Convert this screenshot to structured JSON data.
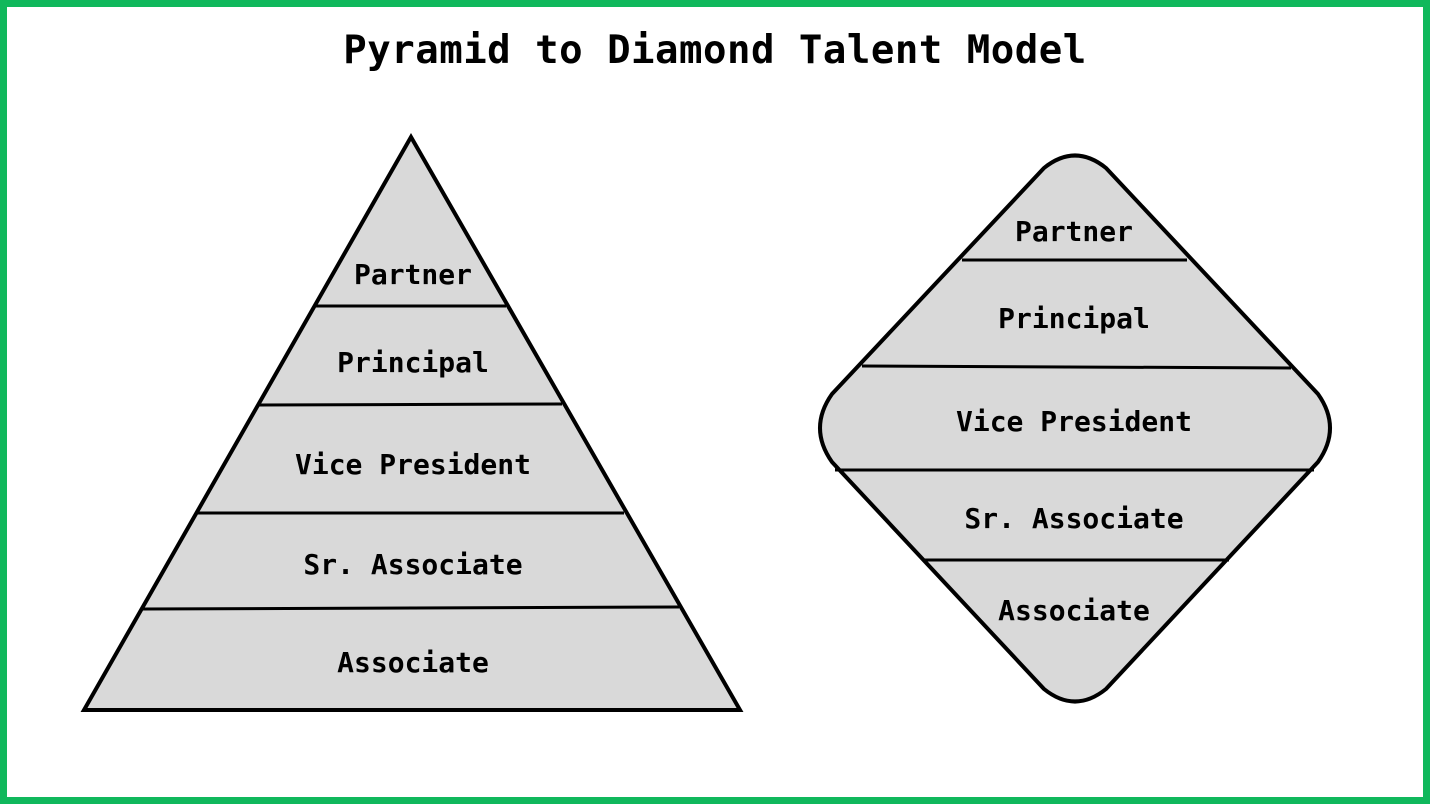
{
  "title": "Pyramid to Diamond Talent Model",
  "colors": {
    "border": "#10b85c",
    "fill": "#d9d9d9",
    "stroke": "#000000",
    "background": "#ffffff"
  },
  "pyramid": {
    "levels": [
      "Partner",
      "Principal",
      "Vice President",
      "Sr. Associate",
      "Associate"
    ]
  },
  "diamond": {
    "levels": [
      "Partner",
      "Principal",
      "Vice President",
      "Sr. Associate",
      "Associate"
    ]
  }
}
